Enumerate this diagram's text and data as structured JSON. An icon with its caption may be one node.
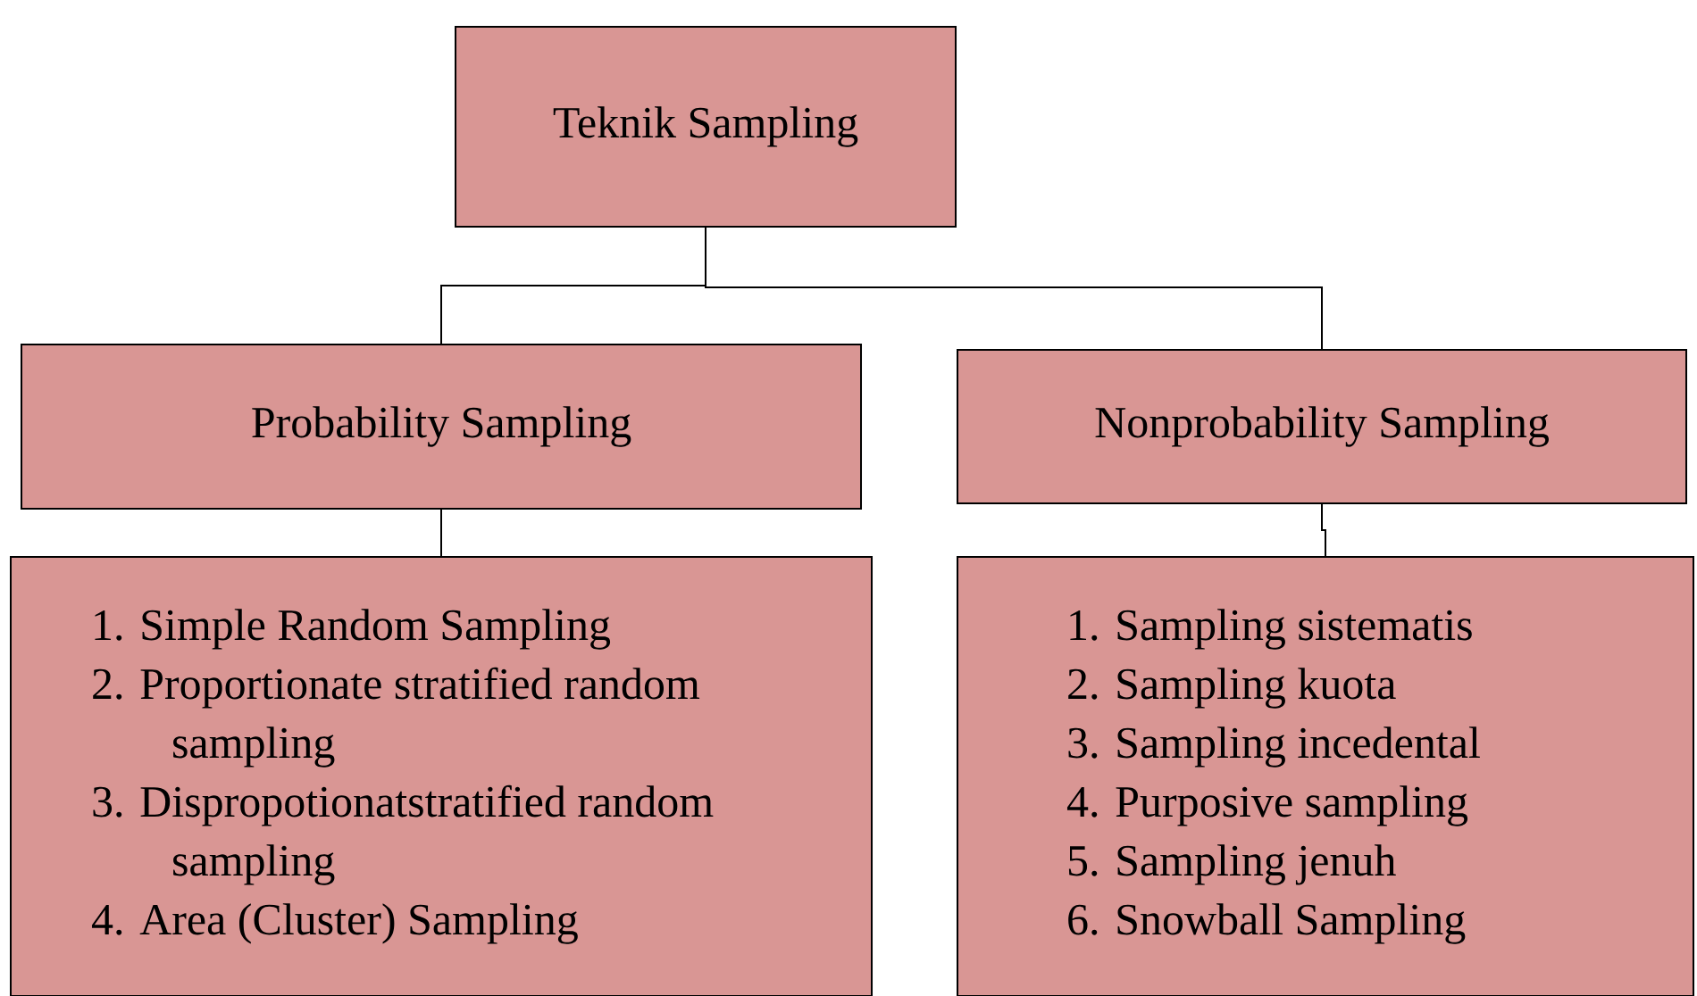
{
  "diagram": {
    "nodes": [
      {
        "text": [
          "Teknik Sampling"
        ]
      },
      {
        "text": [
          "Probability Sampling"
        ]
      },
      {
        "text": [
          "Nonprobability Sampling"
        ]
      },
      {
        "text": [
          "1. Simple Random Sampling",
          "2. Proportionate stratified random sampling",
          "3. Dispropotionatstratified random sampling",
          "4. Area (Cluster) Sampling"
        ]
      },
      {
        "text": [
          "1. Sampling sistematis",
          "2. Sampling kuota",
          "3. Sampling incedental",
          "4. Purposive sampling",
          "5. Sampling jenuh",
          "6. Snowball Sampling"
        ]
      }
    ],
    "edges": [
      {
        "from": 0,
        "to": 1,
        "arrow": "none"
      },
      {
        "from": 0,
        "to": 2,
        "arrow": "none"
      },
      {
        "from": 1,
        "to": 3,
        "arrow": "none"
      },
      {
        "from": 2,
        "to": 4,
        "arrow": "none"
      }
    ]
  }
}
